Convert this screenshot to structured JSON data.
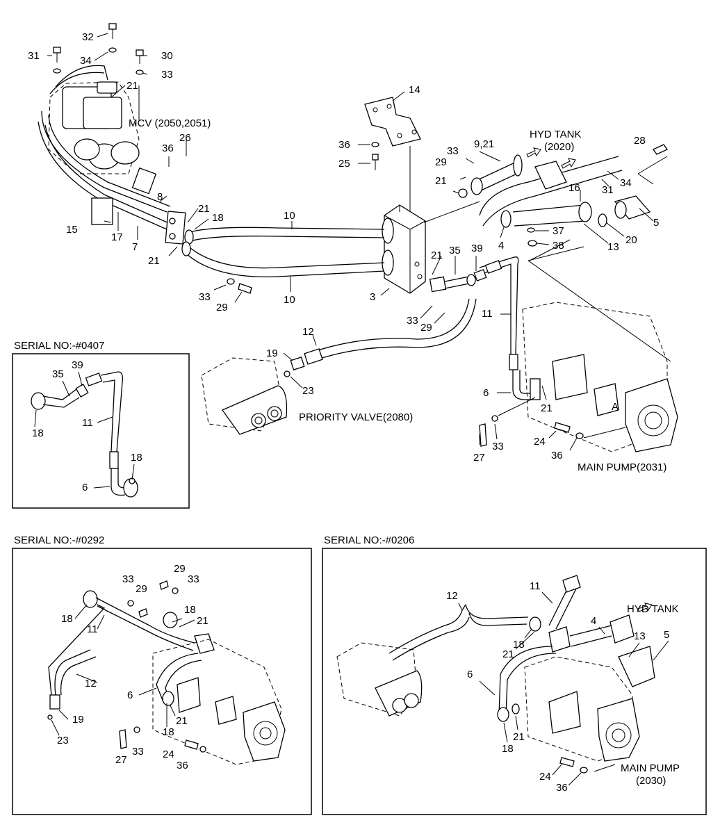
{
  "captions": {
    "mcv": "MCV (2050,2051)",
    "hyd_tank_main": "HYD TANK",
    "hyd_tank_main_ref": "(2020)",
    "priority_valve": "PRIORITY VALVE(2080)",
    "main_pump_main": "MAIN PUMP(2031)",
    "serial_0407": "SERIAL NO:-#0407",
    "serial_0292": "SERIAL NO:-#0292",
    "serial_0206": "SERIAL NO:-#0206",
    "hyd_tank_0206": "HYD TANK",
    "main_pump_0206": "MAIN PUMP",
    "main_pump_0206_ref": "(2030)",
    "view_a": "A"
  },
  "callouts": {
    "main": [
      "32",
      "31",
      "34",
      "30",
      "33",
      "21",
      "36",
      "26",
      "14",
      "9,21",
      "28",
      "29",
      "33",
      "36",
      "25",
      "21",
      "31",
      "34",
      "16",
      "15",
      "17",
      "7",
      "8",
      "21",
      "18",
      "10",
      "10",
      "21",
      "4",
      "37",
      "13",
      "20",
      "5",
      "38",
      "35",
      "39",
      "21",
      "33",
      "29",
      "3",
      "11",
      "33",
      "29",
      "12",
      "19",
      "23",
      "6",
      "21",
      "27",
      "33",
      "24",
      "36"
    ],
    "serial_0407": [
      "35",
      "39",
      "18",
      "11",
      "18",
      "6"
    ],
    "serial_0292": [
      "33",
      "29",
      "29",
      "33",
      "18",
      "11",
      "18",
      "21",
      "12",
      "6",
      "19",
      "23",
      "21",
      "18",
      "27",
      "33",
      "24",
      "36"
    ],
    "serial_0206": [
      "11",
      "12",
      "4",
      "18",
      "21",
      "13",
      "5",
      "6",
      "21",
      "18",
      "24",
      "36"
    ]
  }
}
